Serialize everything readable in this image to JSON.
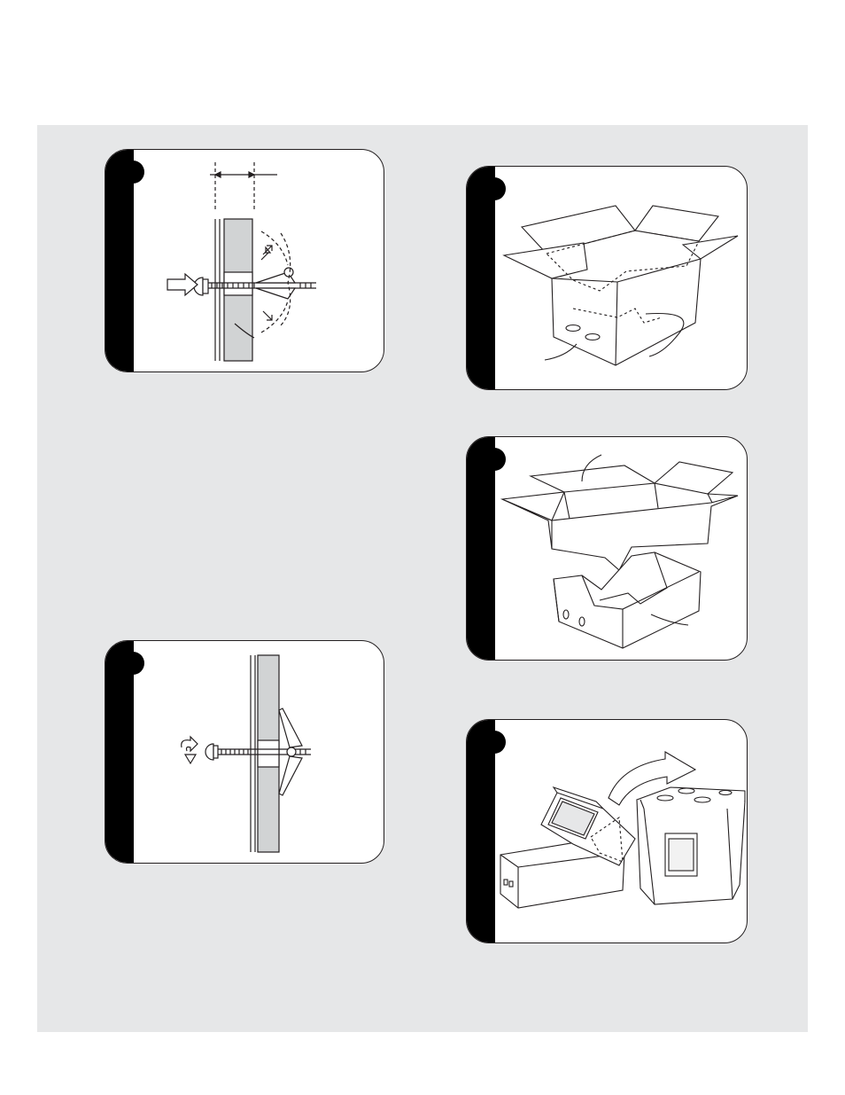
{
  "page": {
    "background_color": "#e6e7e8",
    "card_border_color": "#231f20",
    "side_bar_color": "#000000"
  },
  "steps": [
    {
      "illustration": "toggle-bolt-insertion-illustration",
      "side_label": ""
    },
    {
      "illustration": "toggle-bolt-tightening-illustration",
      "side_label": ""
    },
    {
      "illustration": "open-carton-illustration",
      "side_label": ""
    },
    {
      "illustration": "carton-lift-off-illustration",
      "side_label": ""
    },
    {
      "illustration": "range-removal-illustration",
      "side_label": ""
    }
  ]
}
